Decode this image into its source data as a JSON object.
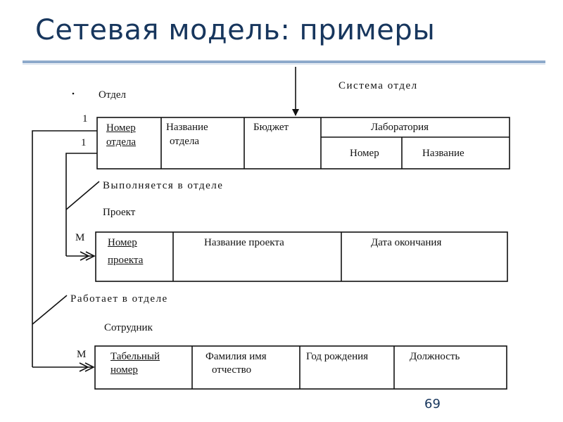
{
  "slide": {
    "title": "Сетевая модель: примеры",
    "page_number": "69"
  },
  "diagram": {
    "system_label": "Система отдел",
    "cardinality": {
      "one_top": "1",
      "one_bottom": "1",
      "many_project": "M",
      "many_employee": "M"
    },
    "sets": {
      "performed_in_department": "Выполняется в отделе",
      "works_in_department": "Работает в отделе"
    },
    "department": {
      "name": "Отдел",
      "fields": {
        "number_line1": "Номер",
        "number_line2": "отдела",
        "title_line1": "Название",
        "title_line2": "отдела",
        "budget": "Бюджет",
        "lab": "Лаборатория",
        "lab_number": "Номер",
        "lab_title": "Название"
      }
    },
    "project": {
      "name": "Проект",
      "fields": {
        "number_line1": "Номер",
        "number_line2": "проекта",
        "title": "Название проекта",
        "end_date": "Дата окончания"
      }
    },
    "employee": {
      "name": "Сотрудник",
      "fields": {
        "tabnum_line1": "Табельный",
        "tabnum_line2": "номер",
        "fio_line1": "Фамилия имя",
        "fio_line2": "отчество",
        "birth_year": "Год рождения",
        "position": "Должность"
      }
    }
  }
}
